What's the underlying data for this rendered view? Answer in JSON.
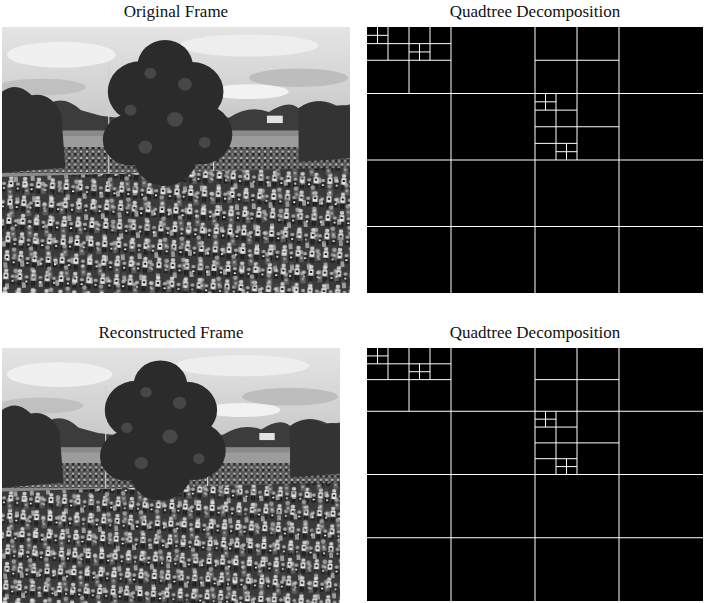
{
  "diagram": {
    "nodes": [
      {
        "text": [
          "Original Frame"
        ]
      },
      {
        "text": [
          "Quadtree Decomposition"
        ]
      },
      {
        "text": [
          "Reconstructed Frame"
        ]
      },
      {
        "text": [
          "Quadtree Decomposition"
        ]
      }
    ]
  }
}
